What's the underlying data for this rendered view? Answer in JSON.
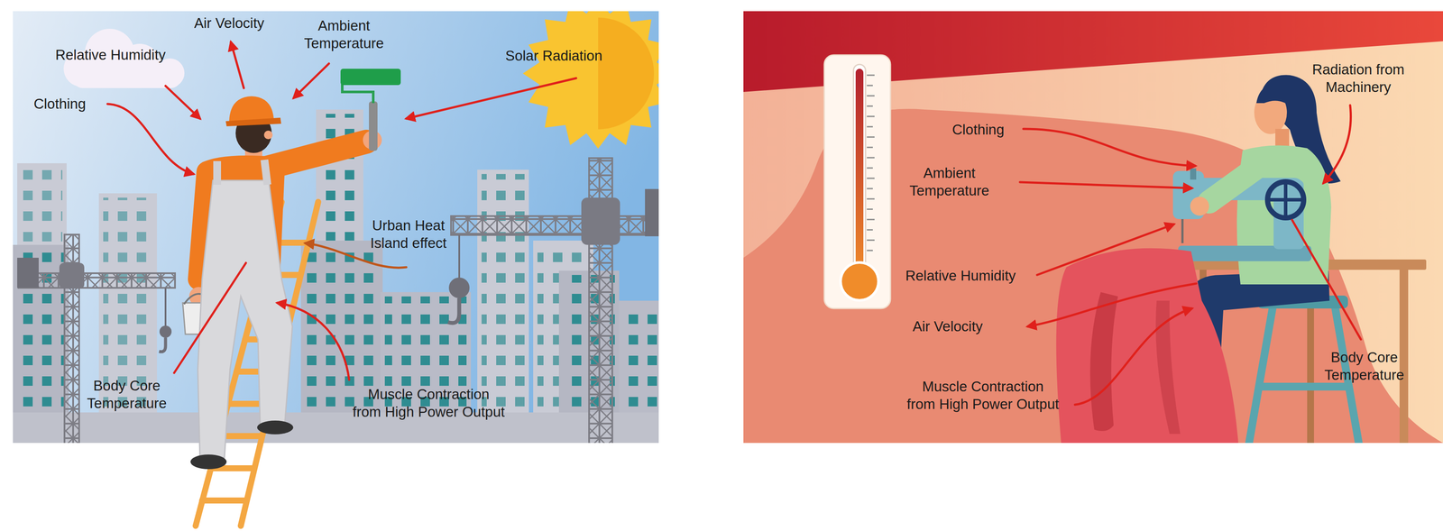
{
  "diagram": {
    "labels": [
      "Air Velocity",
      "Ambient Temperature",
      "Relative Humidity",
      "Solar Radiation",
      "Clothing",
      "Urban Heat Island effect",
      "Body Core Temperature",
      "Muscle Contraction from High Power Output",
      "Radiation from Machinery",
      "Clothing",
      "Ambient Temperature",
      "Relative Humidity",
      "Air Velocity",
      "Body Core Temperature",
      "Muscle Contraction from High Power Output"
    ]
  }
}
